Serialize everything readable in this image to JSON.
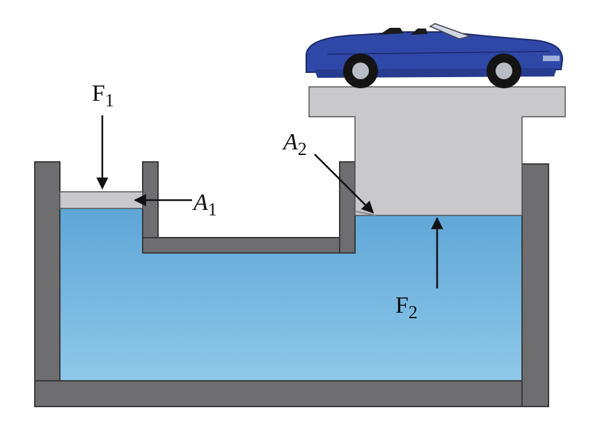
{
  "labels": {
    "force_small": {
      "main": "F",
      "sub": "1"
    },
    "area_small": {
      "main": "A",
      "sub": "1"
    },
    "area_large": {
      "main": "A",
      "sub": "2"
    },
    "force_large": {
      "main": "F",
      "sub": "2"
    }
  },
  "colors": {
    "fluid_top": "#5ea6d6",
    "fluid_bottom": "#8fc8ea",
    "container_wall": "#6e6e70",
    "wall_outline": "#3a3a3a",
    "piston": "#c9c9cb",
    "car_body": "#2f48a8",
    "arrow": "#111111"
  },
  "icons": {
    "car": "convertible-car-icon"
  }
}
